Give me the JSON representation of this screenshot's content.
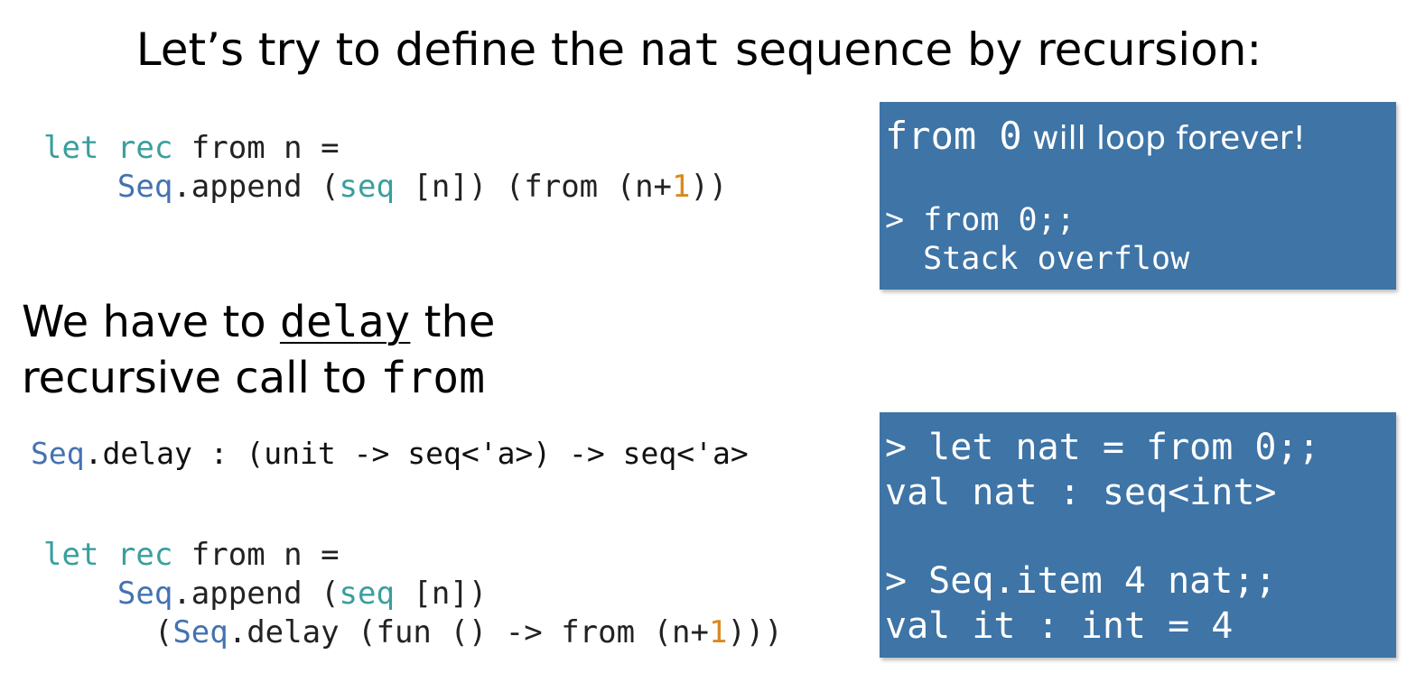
{
  "title": {
    "prefix": "Let’s try to define the ",
    "code": "nat",
    "suffix": " sequence by recursion:"
  },
  "code1": {
    "l1": {
      "kw1": "let",
      "kw2": "rec",
      "rest": " from n ="
    },
    "l2": {
      "mod": "Seq",
      "a": ".append (",
      "kw": "seq",
      "b": " [n]) (from (n+",
      "num": "1",
      "c": "))"
    }
  },
  "box1": {
    "line1_code": "from 0",
    "line1_text": " will loop forever!",
    "line2": "> from 0;;",
    "line3": "  Stack overflow"
  },
  "heading": {
    "line1_a": "We have to ",
    "line1_u": "delay",
    "line1_b": " the",
    "line2_a": "recursive call to ",
    "line2_code": "from"
  },
  "sig": {
    "mod": "Seq",
    "rest": ".delay : (unit -> seq<'a>) -> seq<'a>"
  },
  "code2": {
    "l1": {
      "kw1": "let",
      "kw2": "rec",
      "rest": " from n ="
    },
    "l2": {
      "mod": "Seq",
      "a": ".append (",
      "kw": "seq",
      "b": " [n])"
    },
    "l3": {
      "a": "(",
      "mod": "Seq",
      "b": ".delay (fun () -> from (n+",
      "num": "1",
      "c": ")))"
    }
  },
  "box2": {
    "line1": "> let nat = from 0;;",
    "line2": "val nat : seq<int>",
    "line3": "> Seq.item 4 nat;;",
    "line4": "val it : int = 4"
  },
  "colors": {
    "keyword": "#3a9e9e",
    "module": "#4472b0",
    "number": "#d98a1f",
    "box_bg": "#3e74a6"
  }
}
